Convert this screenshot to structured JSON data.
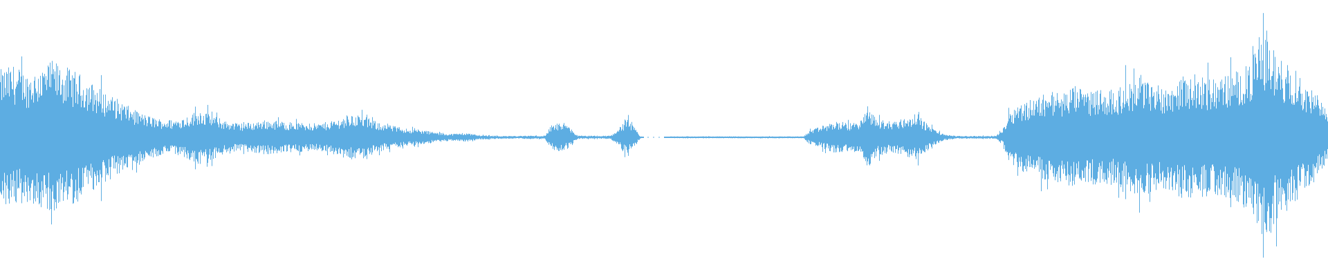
{
  "waveform": {
    "color": "#5dade2",
    "baseline_visible": true,
    "envelope": [
      [
        0.0,
        0.58
      ],
      [
        0.01,
        0.62
      ],
      [
        0.02,
        0.55
      ],
      [
        0.03,
        0.6
      ],
      [
        0.04,
        0.66
      ],
      [
        0.05,
        0.6
      ],
      [
        0.06,
        0.54
      ],
      [
        0.07,
        0.46
      ],
      [
        0.08,
        0.38
      ],
      [
        0.09,
        0.32
      ],
      [
        0.1,
        0.24
      ],
      [
        0.11,
        0.19
      ],
      [
        0.12,
        0.16
      ],
      [
        0.13,
        0.15
      ],
      [
        0.14,
        0.18
      ],
      [
        0.15,
        0.24
      ],
      [
        0.16,
        0.19
      ],
      [
        0.17,
        0.14
      ],
      [
        0.18,
        0.12
      ],
      [
        0.19,
        0.13
      ],
      [
        0.2,
        0.15
      ],
      [
        0.21,
        0.14
      ],
      [
        0.22,
        0.13
      ],
      [
        0.23,
        0.12
      ],
      [
        0.24,
        0.12
      ],
      [
        0.25,
        0.14
      ],
      [
        0.26,
        0.18
      ],
      [
        0.27,
        0.2
      ],
      [
        0.28,
        0.15
      ],
      [
        0.29,
        0.11
      ],
      [
        0.3,
        0.09
      ],
      [
        0.31,
        0.07
      ],
      [
        0.32,
        0.06
      ],
      [
        0.33,
        0.04
      ],
      [
        0.34,
        0.03
      ],
      [
        0.35,
        0.04
      ],
      [
        0.36,
        0.02
      ],
      [
        0.37,
        0.015
      ],
      [
        0.38,
        0.012
      ],
      [
        0.39,
        0.012
      ],
      [
        0.4,
        0.015
      ],
      [
        0.41,
        0.012
      ],
      [
        0.415,
        0.1
      ],
      [
        0.42,
        0.12
      ],
      [
        0.428,
        0.1
      ],
      [
        0.435,
        0.015
      ],
      [
        0.45,
        0.012
      ],
      [
        0.46,
        0.015
      ],
      [
        0.466,
        0.08
      ],
      [
        0.472,
        0.16
      ],
      [
        0.478,
        0.08
      ],
      [
        0.482,
        0.012
      ],
      [
        0.485,
        0.0
      ],
      [
        0.5,
        0.0
      ],
      [
        0.505,
        0.008
      ],
      [
        0.54,
        0.008
      ],
      [
        0.58,
        0.008
      ],
      [
        0.605,
        0.008
      ],
      [
        0.61,
        0.06
      ],
      [
        0.62,
        0.1
      ],
      [
        0.63,
        0.14
      ],
      [
        0.64,
        0.12
      ],
      [
        0.65,
        0.16
      ],
      [
        0.653,
        0.28
      ],
      [
        0.66,
        0.16
      ],
      [
        0.67,
        0.14
      ],
      [
        0.68,
        0.16
      ],
      [
        0.69,
        0.2
      ],
      [
        0.7,
        0.1
      ],
      [
        0.71,
        0.03
      ],
      [
        0.72,
        0.012
      ],
      [
        0.74,
        0.012
      ],
      [
        0.75,
        0.014
      ],
      [
        0.755,
        0.06
      ],
      [
        0.76,
        0.24
      ],
      [
        0.77,
        0.3
      ],
      [
        0.78,
        0.34
      ],
      [
        0.79,
        0.4
      ],
      [
        0.8,
        0.38
      ],
      [
        0.81,
        0.44
      ],
      [
        0.82,
        0.4
      ],
      [
        0.83,
        0.42
      ],
      [
        0.84,
        0.4
      ],
      [
        0.85,
        0.48
      ],
      [
        0.86,
        0.5
      ],
      [
        0.87,
        0.46
      ],
      [
        0.88,
        0.44
      ],
      [
        0.89,
        0.52
      ],
      [
        0.9,
        0.54
      ],
      [
        0.91,
        0.5
      ],
      [
        0.92,
        0.52
      ],
      [
        0.93,
        0.56
      ],
      [
        0.94,
        0.62
      ],
      [
        0.95,
        0.82
      ],
      [
        0.955,
        0.95
      ],
      [
        0.96,
        0.72
      ],
      [
        0.97,
        0.62
      ],
      [
        0.98,
        0.5
      ],
      [
        0.99,
        0.38
      ],
      [
        1.0,
        0.22
      ]
    ]
  }
}
